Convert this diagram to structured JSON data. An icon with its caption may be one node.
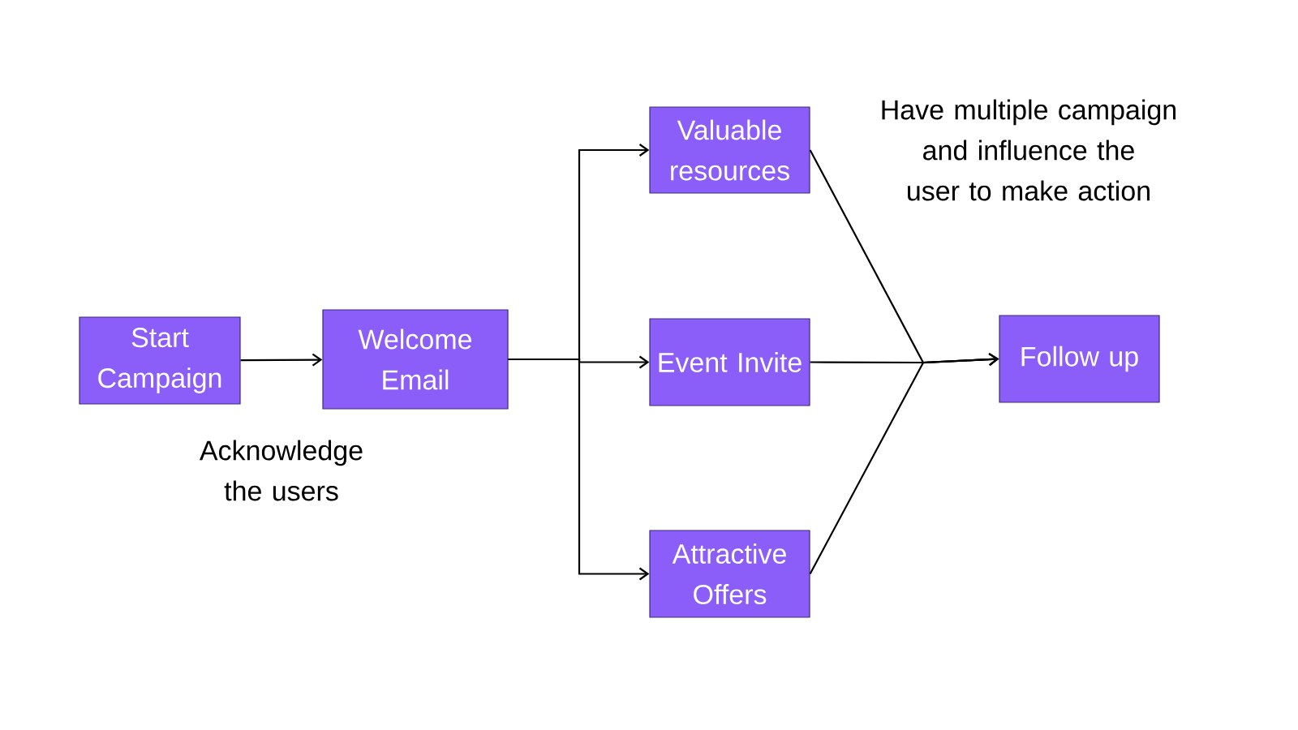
{
  "diagram": {
    "nodes": [
      {
        "text": [
          "Start Campaign"
        ]
      },
      {
        "text": [
          "Welcome Email"
        ]
      },
      {
        "text": [
          "Valuable resources"
        ]
      },
      {
        "text": [
          "Event Invite"
        ]
      },
      {
        "text": [
          "Attractive Offers"
        ]
      },
      {
        "text": [
          "Follow up"
        ]
      }
    ],
    "edges": [
      {
        "from": 0,
        "to": 1,
        "arrow": "to"
      },
      {
        "from": 1,
        "to": 2,
        "arrow": "to"
      },
      {
        "from": 1,
        "to": 3,
        "arrow": "to"
      },
      {
        "from": 1,
        "to": 4,
        "arrow": "to"
      },
      {
        "from": 2,
        "to": 5,
        "arrow": "to"
      },
      {
        "from": 3,
        "to": 5,
        "arrow": "to"
      },
      {
        "from": 4,
        "to": 5,
        "arrow": "to"
      }
    ],
    "labels": [
      "Acknowledge the users",
      "Have multiple campaign and influence the user to make action"
    ]
  }
}
